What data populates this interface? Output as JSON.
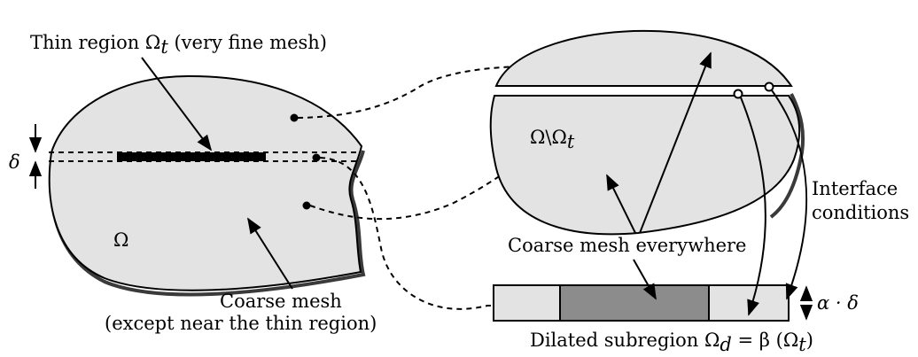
{
  "labels": {
    "thin_region": "Thin region Ω",
    "thin_region_sub": "t",
    "thin_region_rest": " (very fine mesh)",
    "delta": "δ",
    "omega": "Ω",
    "coarse_mesh_line1": "Coarse mesh",
    "coarse_mesh_line2": "(except near the thin region)",
    "omega_minus": "Ω\\Ω",
    "omega_minus_sub": "t",
    "coarse_everywhere": "Coarse mesh everywhere",
    "interface_line1": "Interface",
    "interface_line2": "conditions",
    "dilated_prefix": "Dilated subregion Ω",
    "dilated_sub_d": "d",
    "dilated_mid": " = β (Ω",
    "dilated_sub_t": "t",
    "dilated_end": ")",
    "alpha_delta": "α · δ"
  }
}
